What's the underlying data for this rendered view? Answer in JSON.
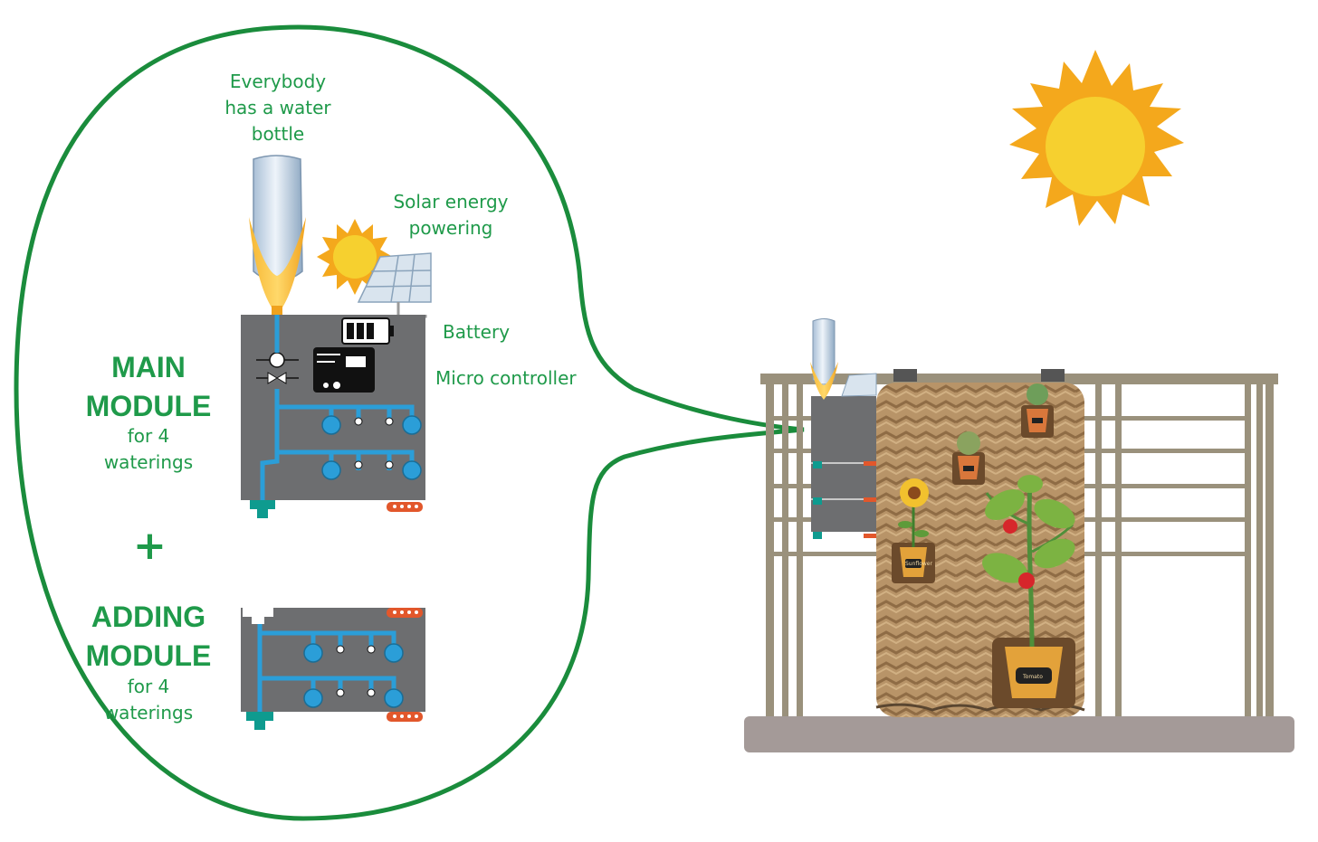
{
  "callouts": {
    "bottle": [
      "Everybody",
      "has a water",
      "bottle"
    ],
    "solar": [
      "Solar energy",
      "powering"
    ],
    "battery": "Battery",
    "microcontroller": "Micro controller"
  },
  "main_module": {
    "title": [
      "MAIN",
      "MODULE"
    ],
    "subtitle": [
      "for 4",
      "waterings"
    ]
  },
  "plus_sign": "+",
  "adding_module": {
    "title": [
      "ADDING",
      "MODULE"
    ],
    "subtitle": [
      "for 4",
      "waterings"
    ]
  },
  "pot_labels": {
    "sunflower": "Sunflower",
    "tomato": "Tomato"
  },
  "colors": {
    "green_text": "#1f9a4a",
    "speech_bubble": "#1a8c3c",
    "module_gray": "#6d6e70",
    "pipe_blue": "#2b9ed8",
    "sun_yellow": "#f6d02f",
    "sun_orange": "#f4a81c",
    "connector_orange": "#e2572b",
    "teal": "#0e9b8f",
    "rail_taupe": "#9a917c",
    "floor_gray": "#a49a98",
    "mat_brown": "#b48f64"
  }
}
